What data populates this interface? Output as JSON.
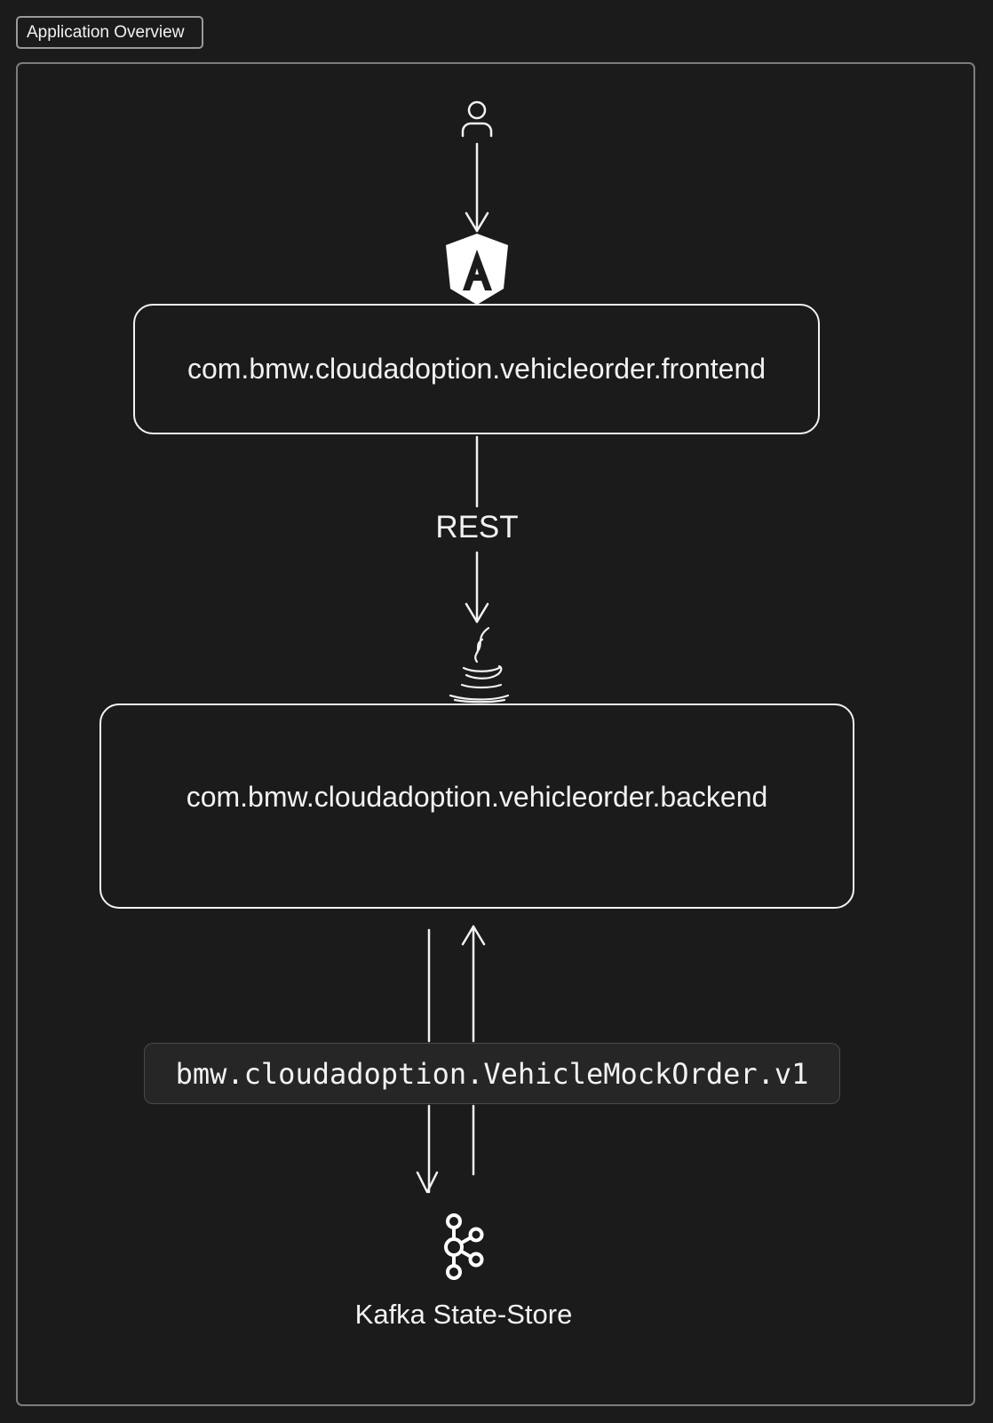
{
  "title": "Application Overview",
  "frontend": {
    "label": "com.bmw.cloudadoption.vehicleorder.frontend"
  },
  "backend": {
    "label": "com.bmw.cloudadoption.vehicleorder.backend"
  },
  "edges": {
    "frontend_to_backend": "REST"
  },
  "topic": {
    "label": "bmw.cloudadoption.VehicleMockOrder.v1"
  },
  "store": {
    "label": "Kafka State-Store"
  },
  "icons": {
    "user": "user-icon",
    "frontend": "angular-icon",
    "backend": "java-icon",
    "store": "kafka-icon"
  },
  "colors": {
    "background": "#1b1b1b",
    "stroke": "#f2f2f2",
    "frame": "#7d7d7d",
    "topic_fill": "#262626"
  }
}
